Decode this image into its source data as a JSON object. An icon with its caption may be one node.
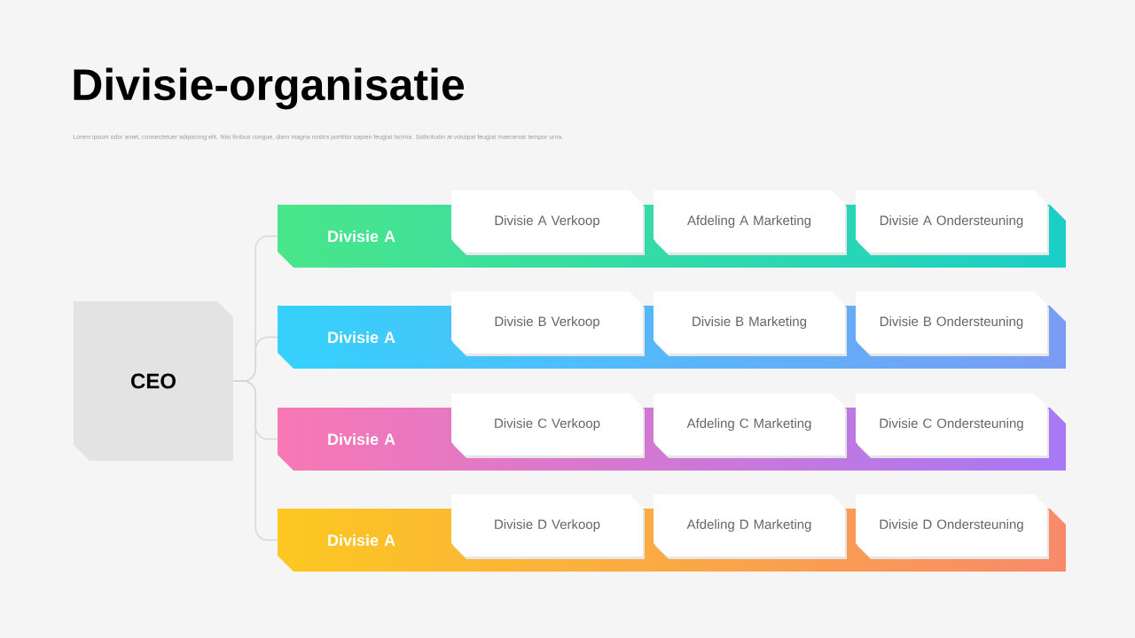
{
  "diagram": {
    "title": "Divisie-organisatie",
    "caption": "Lorem ipsum odor amet, consectetuer adipiscing elit. Nisi finibus congue, diam magna nostra porttitor sapien feugiat lacinia. Sollicitudin at volutpat feugiat maecenas tempor urna.",
    "nodes": [
      {
        "text": [
          "CEO"
        ]
      },
      {
        "text": [
          "Divisie A"
        ]
      },
      {
        "text": [
          "Divisie A Verkoop"
        ]
      },
      {
        "text": [
          "Afdeling A Marketing"
        ]
      },
      {
        "text": [
          "Divisie A Ondersteuning"
        ]
      },
      {
        "text": [
          "Divisie A"
        ]
      },
      {
        "text": [
          "Divisie B Verkoop"
        ]
      },
      {
        "text": [
          "Divisie B Marketing"
        ]
      },
      {
        "text": [
          "Divisie B Ondersteuning"
        ]
      },
      {
        "text": [
          "Divisie A"
        ]
      },
      {
        "text": [
          "Divisie C Verkoop"
        ]
      },
      {
        "text": [
          "Afdeling C Marketing"
        ]
      },
      {
        "text": [
          "Divisie C Ondersteuning"
        ]
      },
      {
        "text": [
          "Divisie A"
        ]
      },
      {
        "text": [
          "Divisie D Verkoop"
        ]
      },
      {
        "text": [
          "Afdeling D Marketing"
        ]
      },
      {
        "text": [
          "Divisie D Ondersteuning"
        ]
      }
    ],
    "edges": [
      {
        "from": 0,
        "to": 1,
        "arrow": "none"
      },
      {
        "from": 0,
        "to": 5,
        "arrow": "none"
      },
      {
        "from": 0,
        "to": 9,
        "arrow": "none"
      },
      {
        "from": 0,
        "to": 13,
        "arrow": "none"
      }
    ]
  }
}
